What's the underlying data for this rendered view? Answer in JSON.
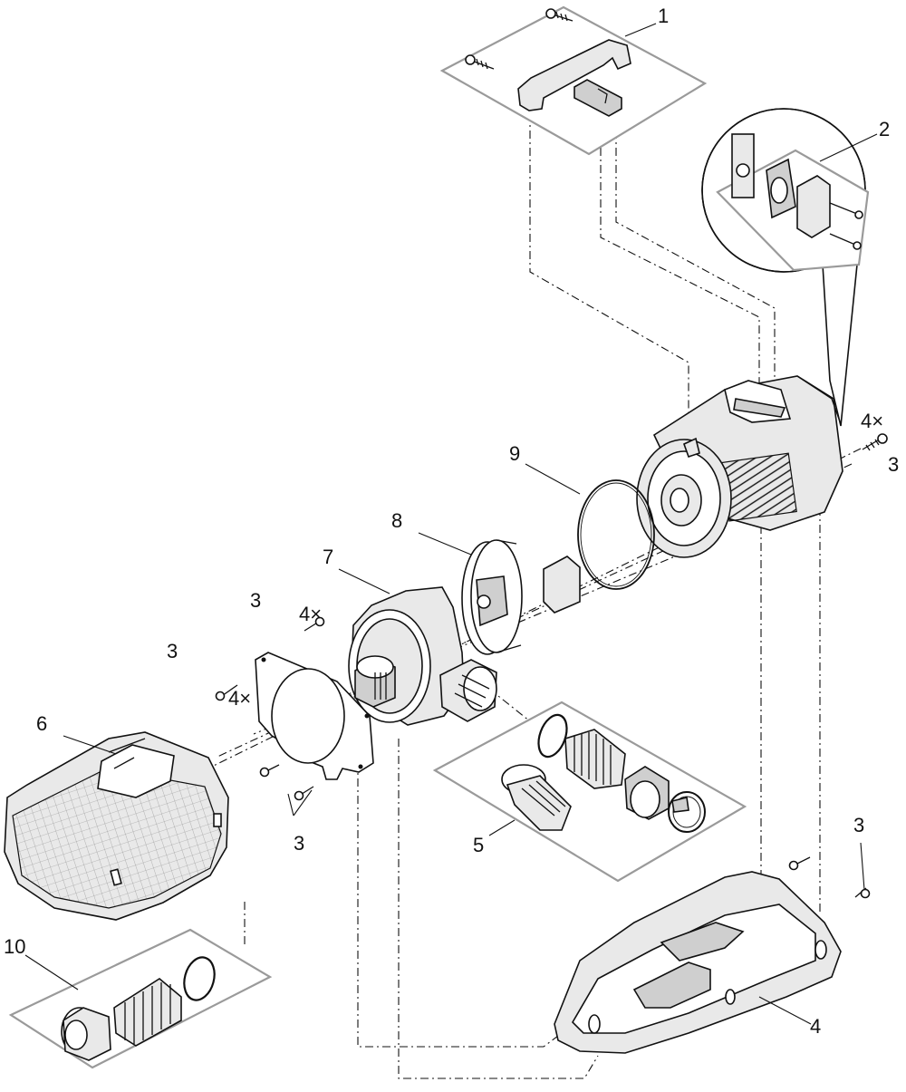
{
  "parts": {
    "p1": "1",
    "p2": "2",
    "p3": "3",
    "p4": "4",
    "p5": "5",
    "p6": "6",
    "p7": "7",
    "p8": "8",
    "p9": "9",
    "p10": "10",
    "qty_4x": "4×"
  }
}
